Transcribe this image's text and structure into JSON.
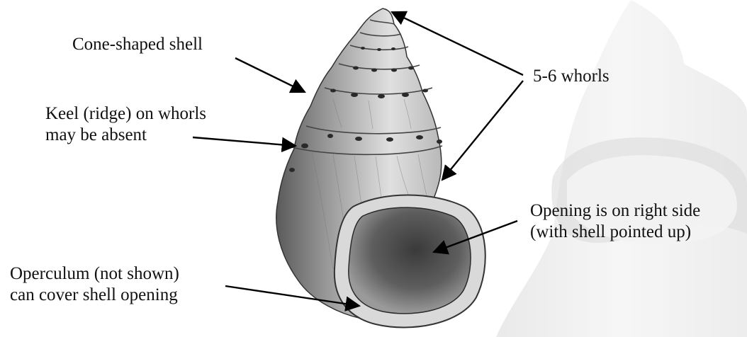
{
  "labels": {
    "cone_shaped_shell": "Cone-shaped shell",
    "whorls": "5-6 whorls",
    "keel_line1": "Keel (ridge) on whorls",
    "keel_line2": "may be absent",
    "opening_line1": "Opening is on right side",
    "opening_line2": "(with shell pointed up)",
    "operculum_line1": "Operculum (not shown)",
    "operculum_line2": "can cover shell opening"
  },
  "colors": {
    "text": "#111111",
    "arrow": "#000000",
    "shell_light": "#f2f2f2",
    "shell_mid": "#b8b8b8",
    "shell_dark": "#4a4a4a",
    "ghost_shell": "#ebebeb"
  }
}
